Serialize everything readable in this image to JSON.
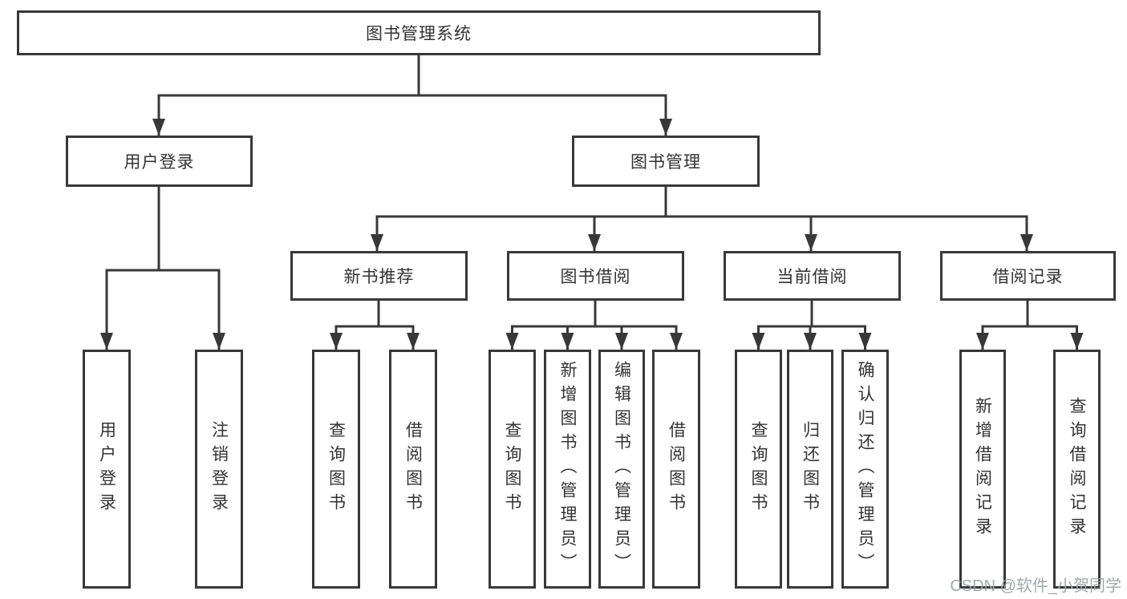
{
  "watermark": "CSDN @软件_小贺同学",
  "colors": {
    "line": "#383838",
    "box_border": "#383838",
    "text": "#333333",
    "background": "#ffffff",
    "watermark": "#9ea3a8"
  },
  "nodes": {
    "root": {
      "label": "图书管理系统"
    },
    "user_login": {
      "label": "用户登录",
      "children": [
        {
          "label": "用户登录"
        },
        {
          "label": "注销登录"
        }
      ]
    },
    "book_mgmt": {
      "label": "图书管理"
    },
    "new_book": {
      "label": "新书推荐",
      "children": [
        {
          "label": "查询图书"
        },
        {
          "label": "借阅图书"
        }
      ]
    },
    "book_borrow": {
      "label": "图书借阅",
      "children": [
        {
          "label": "查询图书"
        },
        {
          "label": "新增图书（管理员）"
        },
        {
          "label": "编辑图书（管理员）"
        },
        {
          "label": "借阅图书"
        }
      ]
    },
    "current_borrow": {
      "label": "当前借阅",
      "children": [
        {
          "label": "查询图书"
        },
        {
          "label": "归还图书"
        },
        {
          "label": "确认归还（管理员）"
        }
      ]
    },
    "borrow_records": {
      "label": "借阅记录",
      "children": [
        {
          "label": "新增借阅记录"
        },
        {
          "label": "查询借阅记录"
        }
      ]
    }
  }
}
